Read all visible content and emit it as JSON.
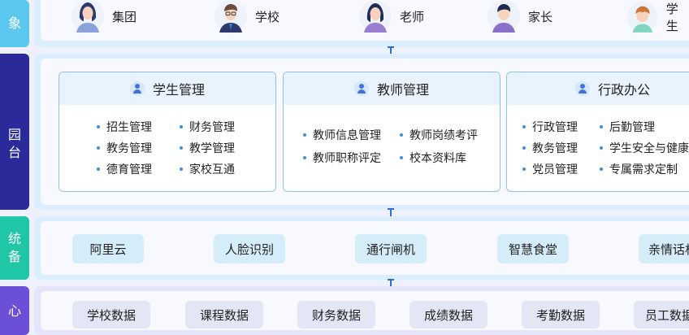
{
  "sidebar": {
    "row1": "象",
    "row2_line1": "园",
    "row2_line2": "台",
    "row3_line1": "统",
    "row3_line2": "备",
    "row4": "心"
  },
  "users": [
    {
      "label": "集团",
      "icon": "woman-avatar-icon"
    },
    {
      "label": "学校",
      "icon": "man-glasses-avatar-icon"
    },
    {
      "label": "老师",
      "icon": "woman-teacher-avatar-icon"
    },
    {
      "label": "家长",
      "icon": "man-parent-avatar-icon"
    },
    {
      "label": "学生",
      "icon": "boy-student-avatar-icon"
    }
  ],
  "modules": [
    {
      "title": "学生管理",
      "items": [
        "招生管理",
        "财务管理",
        "教务管理",
        "教学管理",
        "德育管理",
        "家校互通"
      ]
    },
    {
      "title": "教师管理",
      "items": [
        "教师信息管理",
        "教师岗绩考评",
        "教师职称评定",
        "校本资料库"
      ]
    },
    {
      "title": "行政办公",
      "items": [
        "行政管理",
        "后勤管理",
        "教务管理",
        "学生安全与健康",
        "党员管理",
        "专属需求定制"
      ]
    }
  ],
  "devices": [
    "阿里云",
    "人脸识别",
    "通行闸机",
    "智慧食堂",
    "亲情话机"
  ],
  "data_center": [
    "学校数据",
    "课程数据",
    "财务数据",
    "成绩数据",
    "考勤数据",
    "员工数据"
  ],
  "colors": {
    "accent": "#2f6bd6",
    "sidebar_light": "#5cc8ef",
    "sidebar_dark": "#2b2a9a",
    "sidebar_teal": "#1fc7a6",
    "sidebar_purple": "#6b4fd6"
  }
}
